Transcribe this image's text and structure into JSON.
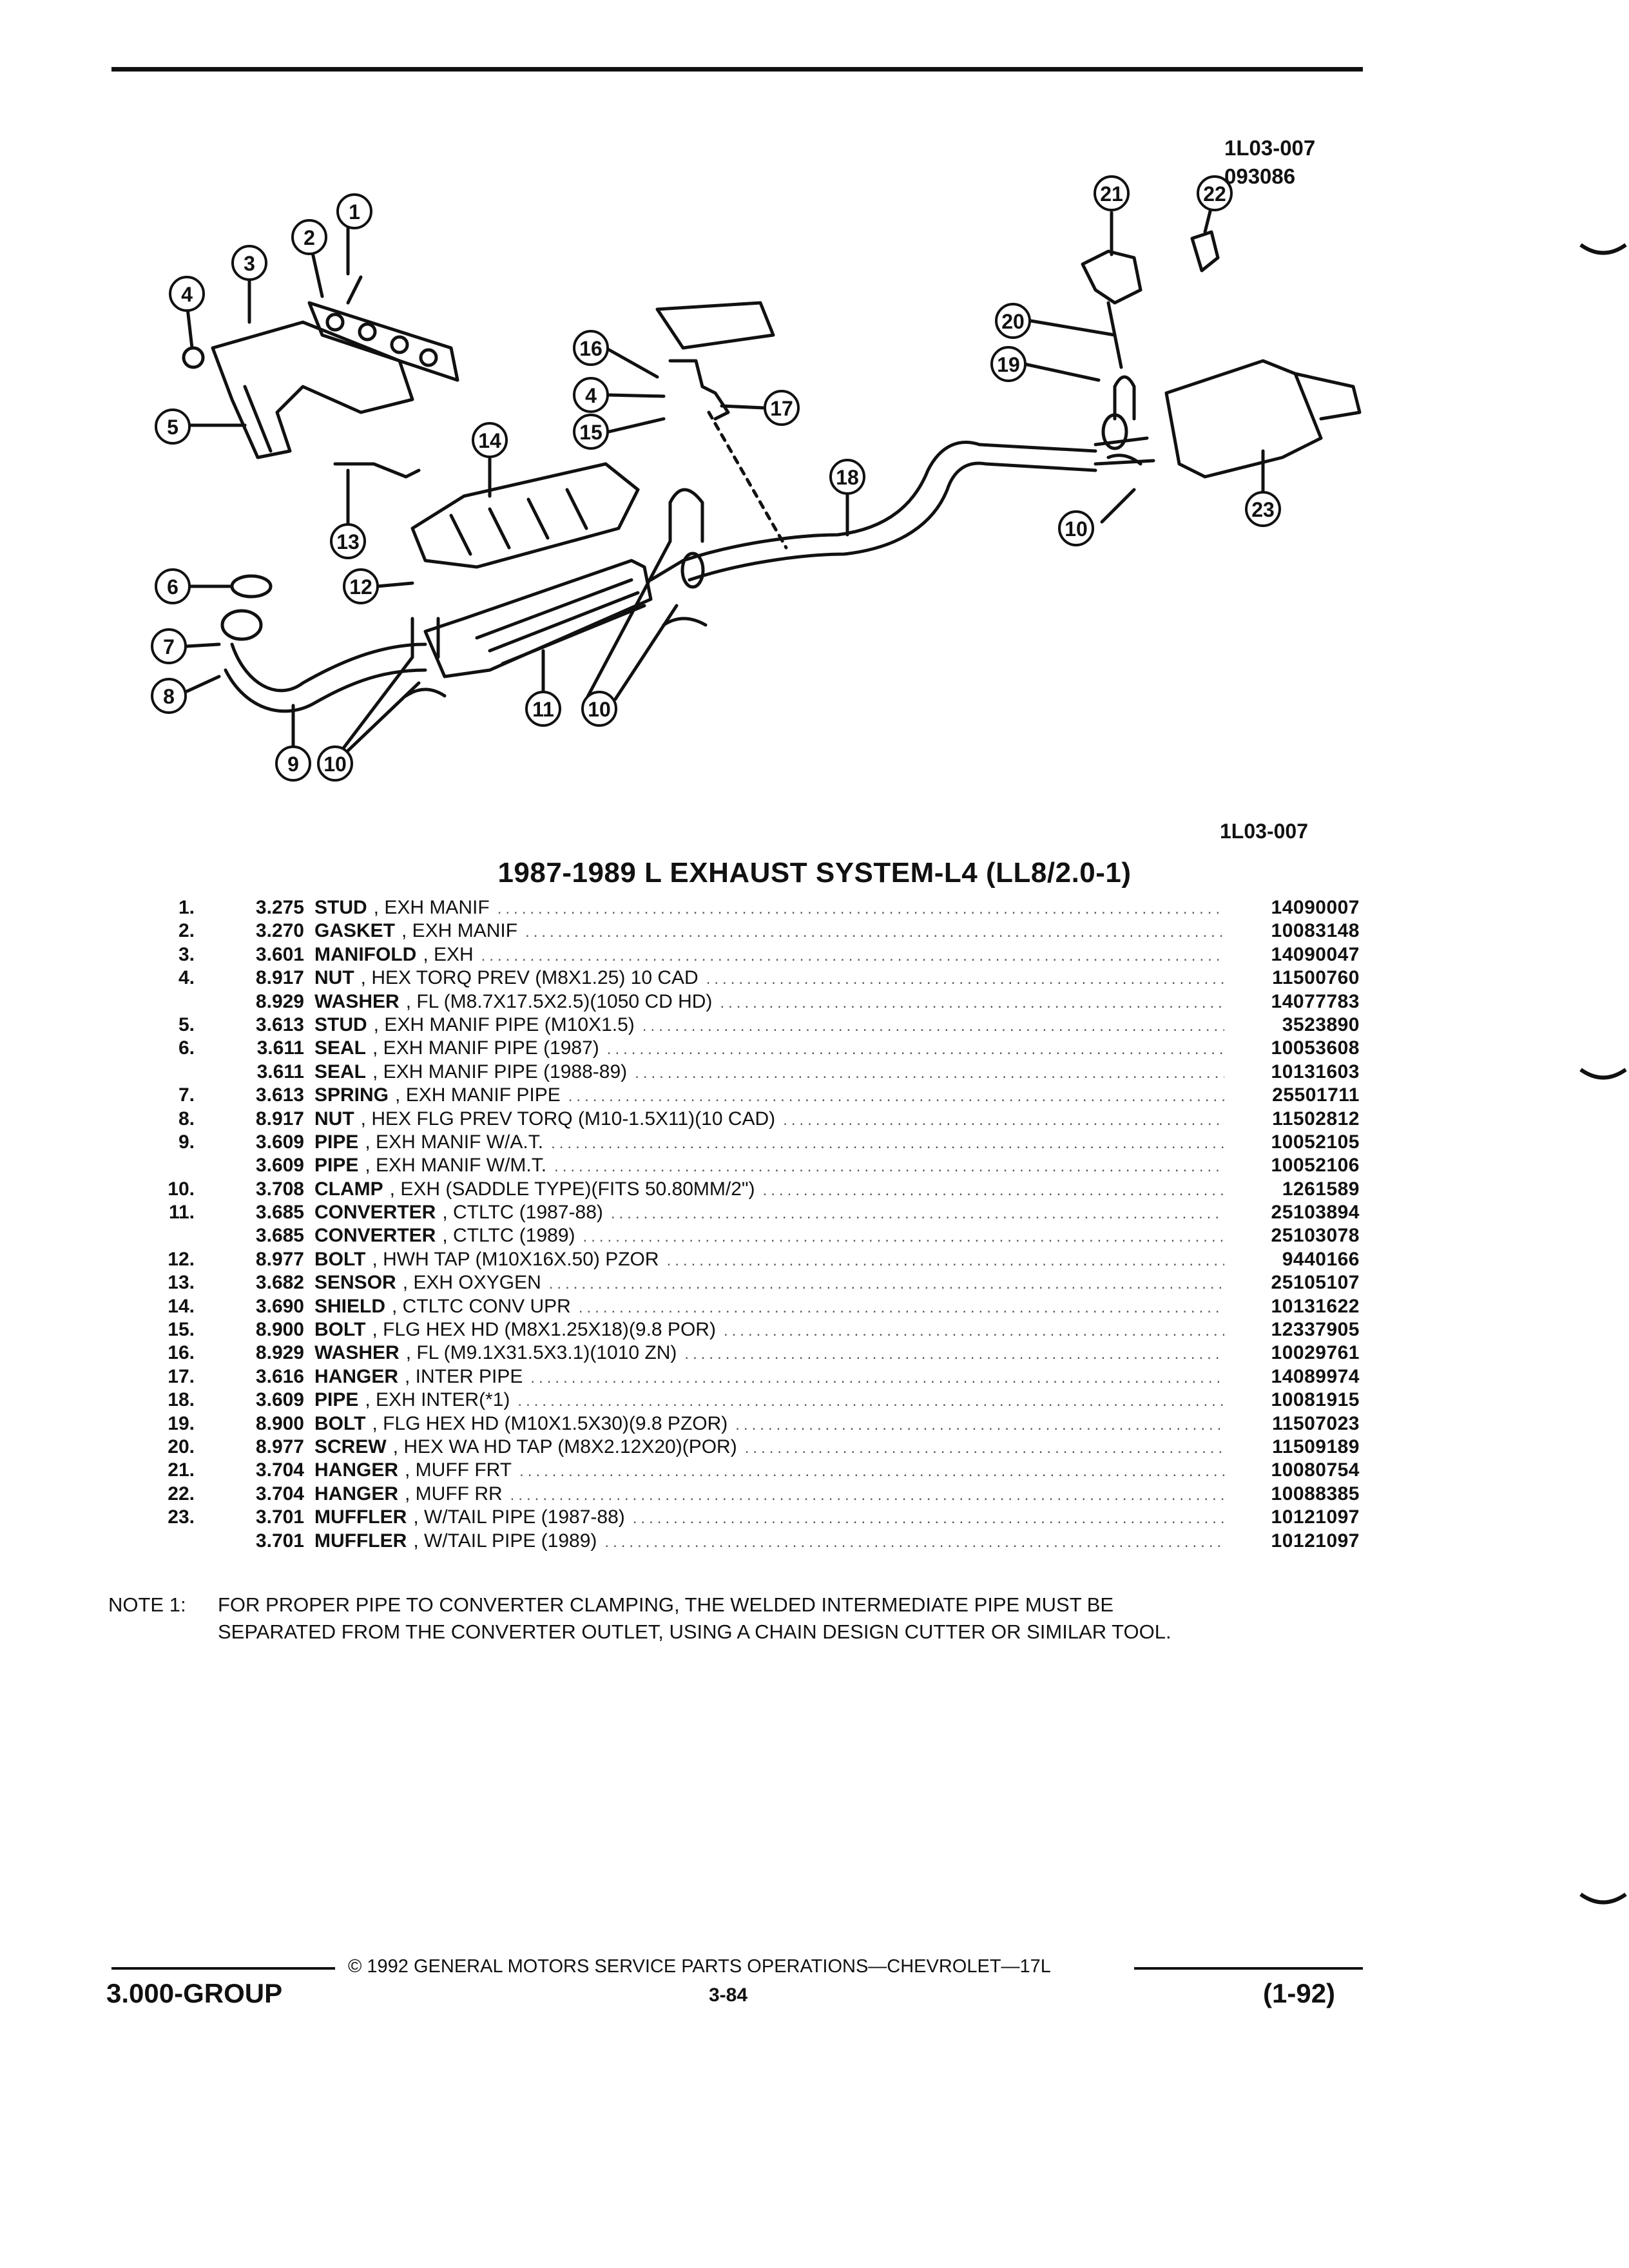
{
  "figure_code": {
    "line1": "1L03-007",
    "line2": "093086"
  },
  "diagram_code": "1L03-007",
  "callout_numbers": [
    "1",
    "2",
    "3",
    "4",
    "5",
    "6",
    "7",
    "8",
    "9",
    "10",
    "11",
    "12",
    "13",
    "14",
    "15",
    "16",
    "17",
    "18",
    "19",
    "20",
    "21",
    "22",
    "23"
  ],
  "title": "1987-1989 L EXHAUST SYSTEM-L4 (LL8/2.0-1)",
  "parts": [
    {
      "no": "1.",
      "group": "3.275",
      "name": "STUD",
      "detail": ", EXH MANIF",
      "pn": "14090007"
    },
    {
      "no": "2.",
      "group": "3.270",
      "name": "GASKET",
      "detail": ", EXH MANIF",
      "pn": "10083148"
    },
    {
      "no": "3.",
      "group": "3.601",
      "name": "MANIFOLD",
      "detail": ", EXH",
      "pn": "14090047"
    },
    {
      "no": "4.",
      "group": "8.917",
      "name": "NUT",
      "detail": ", HEX TORQ PREV (M8X1.25) 10 CAD",
      "pn": "11500760"
    },
    {
      "no": "",
      "group": "8.929",
      "name": "WASHER",
      "detail": ", FL (M8.7X17.5X2.5)(1050 CD HD)",
      "pn": "14077783"
    },
    {
      "no": "5.",
      "group": "3.613",
      "name": "STUD",
      "detail": ", EXH MANIF PIPE (M10X1.5)",
      "pn": "3523890"
    },
    {
      "no": "6.",
      "group": "3.611",
      "name": "SEAL",
      "detail": ", EXH MANIF PIPE (1987)",
      "pn": "10053608"
    },
    {
      "no": "",
      "group": "3.611",
      "name": "SEAL",
      "detail": ", EXH MANIF PIPE (1988-89)",
      "pn": "10131603"
    },
    {
      "no": "7.",
      "group": "3.613",
      "name": "SPRING",
      "detail": ", EXH MANIF PIPE",
      "pn": "25501711"
    },
    {
      "no": "8.",
      "group": "8.917",
      "name": "NUT",
      "detail": ", HEX FLG PREV TORQ (M10-1.5X11)(10 CAD)",
      "pn": "11502812"
    },
    {
      "no": "9.",
      "group": "3.609",
      "name": "PIPE",
      "detail": ", EXH MANIF W/A.T.",
      "pn": "10052105"
    },
    {
      "no": "",
      "group": "3.609",
      "name": "PIPE",
      "detail": ", EXH MANIF W/M.T.",
      "pn": "10052106"
    },
    {
      "no": "10.",
      "group": "3.708",
      "name": "CLAMP",
      "detail": ", EXH (SADDLE TYPE)(FITS 50.80MM/2\")",
      "pn": "1261589"
    },
    {
      "no": "11.",
      "group": "3.685",
      "name": "CONVERTER",
      "detail": ", CTLTC (1987-88)",
      "pn": "25103894"
    },
    {
      "no": "",
      "group": "3.685",
      "name": "CONVERTER",
      "detail": ", CTLTC (1989)",
      "pn": "25103078"
    },
    {
      "no": "12.",
      "group": "8.977",
      "name": "BOLT",
      "detail": ", HWH TAP (M10X16X.50) PZOR",
      "pn": "9440166"
    },
    {
      "no": "13.",
      "group": "3.682",
      "name": "SENSOR",
      "detail": ", EXH OXYGEN",
      "pn": "25105107"
    },
    {
      "no": "14.",
      "group": "3.690",
      "name": "SHIELD",
      "detail": ", CTLTC CONV UPR",
      "pn": "10131622"
    },
    {
      "no": "15.",
      "group": "8.900",
      "name": "BOLT",
      "detail": ", FLG HEX HD (M8X1.25X18)(9.8 POR)",
      "pn": "12337905"
    },
    {
      "no": "16.",
      "group": "8.929",
      "name": "WASHER",
      "detail": ", FL (M9.1X31.5X3.1)(1010 ZN)",
      "pn": "10029761"
    },
    {
      "no": "17.",
      "group": "3.616",
      "name": "HANGER",
      "detail": ", INTER PIPE",
      "pn": "14089974"
    },
    {
      "no": "18.",
      "group": "3.609",
      "name": "PIPE",
      "detail": ", EXH INTER(*1)",
      "pn": "10081915"
    },
    {
      "no": "19.",
      "group": "8.900",
      "name": "BOLT",
      "detail": ", FLG HEX HD (M10X1.5X30)(9.8 PZOR)",
      "pn": "11507023"
    },
    {
      "no": "20.",
      "group": "8.977",
      "name": "SCREW",
      "detail": ", HEX WA HD TAP (M8X2.12X20)(POR)",
      "pn": "11509189"
    },
    {
      "no": "21.",
      "group": "3.704",
      "name": "HANGER",
      "detail": ", MUFF FRT",
      "pn": "10080754"
    },
    {
      "no": "22.",
      "group": "3.704",
      "name": "HANGER",
      "detail": ", MUFF RR",
      "pn": "10088385"
    },
    {
      "no": "23.",
      "group": "3.701",
      "name": "MUFFLER",
      "detail": ", W/TAIL PIPE (1987-88)",
      "pn": "10121097"
    },
    {
      "no": "",
      "group": "3.701",
      "name": "MUFFLER",
      "detail": ", W/TAIL PIPE (1989)",
      "pn": "10121097"
    }
  ],
  "note": {
    "label": "NOTE 1:",
    "line1": "FOR PROPER PIPE TO CONVERTER CLAMPING, THE WELDED INTERMEDIATE PIPE MUST BE",
    "line2": "SEPARATED FROM THE CONVERTER OUTLET, USING A CHAIN DESIGN CUTTER OR SIMILAR TOOL."
  },
  "footer": {
    "copyright": "© 1992 GENERAL MOTORS SERVICE PARTS OPERATIONS—CHEVROLET—17L",
    "group": "3.000-GROUP",
    "page": "3-84",
    "revision": "(1-92)"
  }
}
